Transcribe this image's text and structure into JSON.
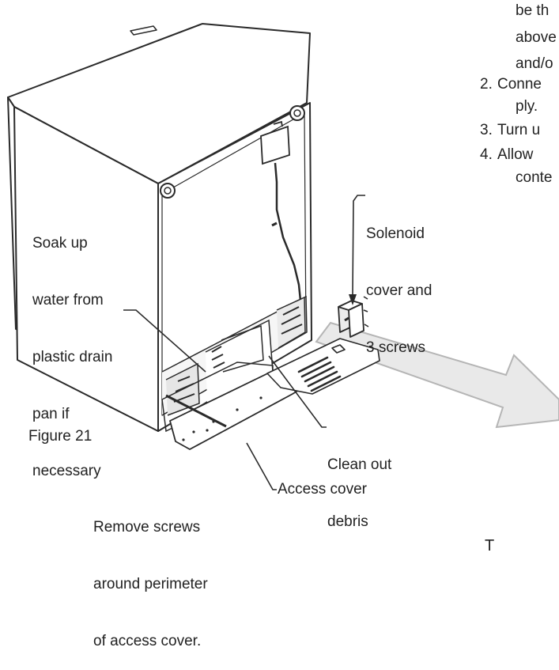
{
  "figure": {
    "caption": "Figure 21"
  },
  "callouts": {
    "soak_up": [
      "Soak up",
      "water from",
      "plastic drain",
      "pan if",
      "necessary"
    ],
    "solenoid": [
      "Solenoid",
      "cover and",
      "3 screws"
    ],
    "clean_out": [
      "Clean out",
      "debris"
    ],
    "remove_screws": [
      "Remove screws",
      "around perimeter",
      "of access cover."
    ],
    "access_cover": "Access cover"
  },
  "cut_off_text": {
    "line1": "be th",
    "line2": "above",
    "line3": "and/o",
    "step2_num": "2.",
    "step2_text": "Conne",
    "step2_cont": "ply.",
    "step3_num": "3.",
    "step3_text": "Turn u",
    "step4_num": "4.",
    "step4_text": "Allow",
    "step4_cont": "conte",
    "bottom": "T"
  },
  "colors": {
    "line": "#2a2a2a",
    "arrow_fill": "#e8e8e8",
    "arrow_stroke": "#b0b0b0",
    "cabinet_fill": "#ffffff"
  }
}
